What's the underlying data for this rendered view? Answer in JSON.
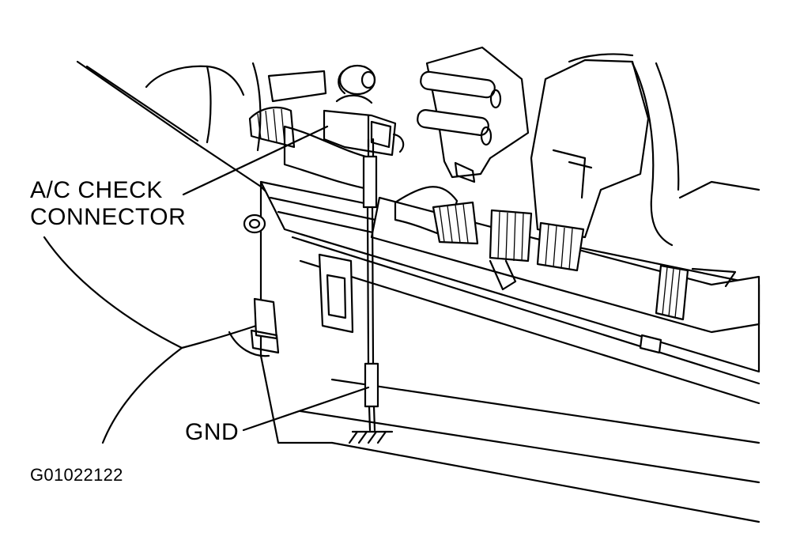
{
  "labels": {
    "ac_check_line1": "A/C CHECK",
    "ac_check_line2": "CONNECTOR",
    "gnd": "GND",
    "figure_id": "G01022122"
  },
  "colors": {
    "ink": "#000000",
    "paper": "#ffffff"
  }
}
